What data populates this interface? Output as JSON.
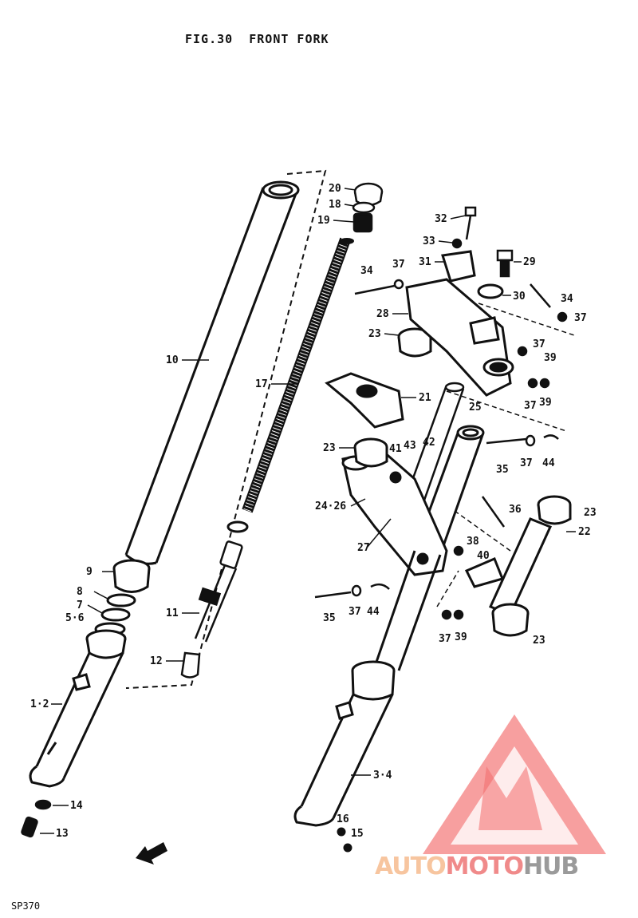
{
  "title": "FIG.30  FRONT FORK",
  "page_code": "SP370",
  "watermark": {
    "part1": "AUTO",
    "part2": "MOTO",
    "part3": "HUB",
    "color_auto": "#f7c59f",
    "color_moto": "#f08a8a",
    "color_hub": "#9a9a9a",
    "logo_color": "#f26b6b"
  },
  "callouts": {
    "c20": "20",
    "c18": "18",
    "c19": "19",
    "c10": "10",
    "c17": "17",
    "c32": "32",
    "c33": "33",
    "c31": "31",
    "c29": "29",
    "c34a": "34",
    "c37a": "37",
    "c30": "30",
    "c34b": "34",
    "c37b": "37",
    "c28": "28",
    "c23a": "23",
    "c37c": "37",
    "c39a": "39",
    "c21": "21",
    "c37d": "37",
    "c39b": "39",
    "c25": "25",
    "c23b": "23",
    "c41": "41",
    "c43": "43",
    "c42": "42",
    "c35a": "35",
    "c37e": "37",
    "c44a": "44",
    "c2426": "24·26",
    "c36": "36",
    "c23c": "23",
    "c22": "22",
    "c27": "27",
    "c38": "38",
    "c40": "40",
    "c9": "9",
    "c8": "8",
    "c7": "7",
    "c56": "5·6",
    "c11": "11",
    "c35b": "35",
    "c37f": "37",
    "c44b": "44",
    "c37g": "37",
    "c39c": "39",
    "c23d": "23",
    "c12": "12",
    "c12b": "1·2",
    "c34c": "3·4",
    "c14": "14",
    "c13": "13",
    "c16": "16",
    "c15": "15"
  }
}
